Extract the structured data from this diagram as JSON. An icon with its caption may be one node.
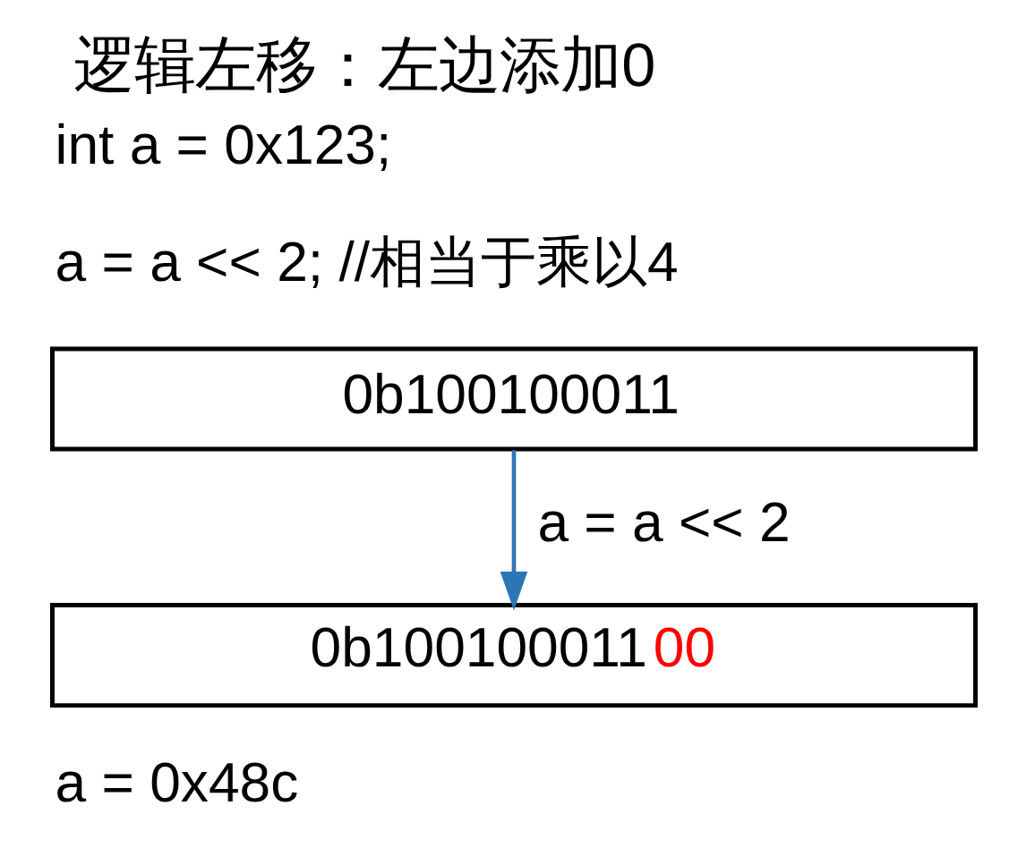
{
  "diagram": {
    "title": "逻辑左移：左边添加0",
    "nodes": [
      {
        "text": [
          "0b100100011"
        ]
      },
      {
        "text": [
          "0b10010001100"
        ],
        "beside": [
          "a = 0x48c"
        ]
      }
    ],
    "edges": [
      {
        "from": 0,
        "to": 1,
        "arrow": "to",
        "label": "a = a << 2",
        "color": "#2e75b6"
      }
    ],
    "labels": [
      "int a = 0x123;",
      "a = a << 2; //相当于乘以4"
    ]
  }
}
